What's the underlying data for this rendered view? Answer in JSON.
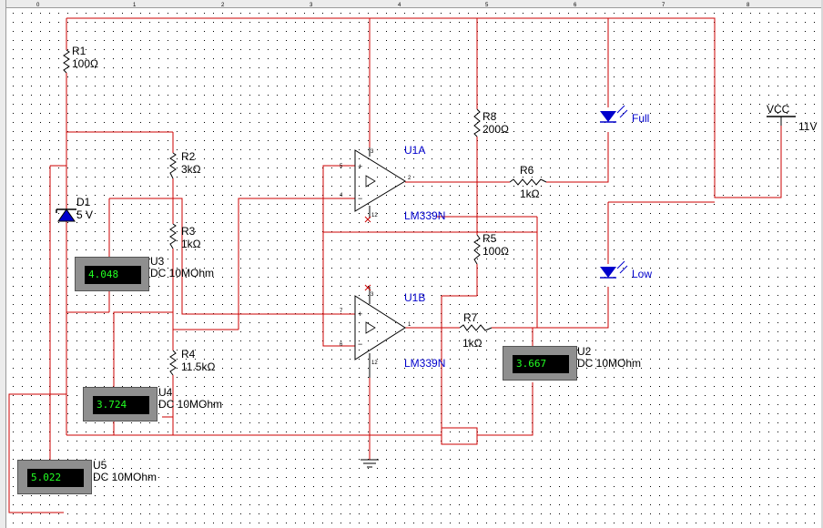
{
  "ruler": [
    "0",
    "1",
    "2",
    "3",
    "4",
    "5",
    "6",
    "7",
    "8"
  ],
  "components": {
    "r1": {
      "ref": "R1",
      "value": "100Ω"
    },
    "r2": {
      "ref": "R2",
      "value": "3kΩ"
    },
    "r3": {
      "ref": "R3",
      "value": "1kΩ"
    },
    "r4": {
      "ref": "R4",
      "value": "11.5kΩ"
    },
    "r5": {
      "ref": "R5",
      "value": "100Ω"
    },
    "r6": {
      "ref": "R6",
      "value": "1kΩ"
    },
    "r7": {
      "ref": "R7",
      "value": "1kΩ"
    },
    "r8": {
      "ref": "R8",
      "value": "200Ω"
    },
    "d1": {
      "ref": "D1",
      "value": "5 V"
    },
    "u1a": {
      "ref": "U1A",
      "part": "LM339N"
    },
    "u1b": {
      "ref": "U1B",
      "part": "LM339N"
    },
    "led_full": {
      "label": "Full"
    },
    "led_low": {
      "label": "Low"
    },
    "vcc": {
      "label": "VCC",
      "value": "11V"
    }
  },
  "pins": {
    "u1a": [
      "3",
      "5",
      "4",
      "2",
      "12"
    ],
    "u1b": [
      "3",
      "7",
      "6",
      "1",
      "12"
    ]
  },
  "meters": {
    "u3": {
      "ref": "U3",
      "mode": "DC  10MOhm",
      "reading": "4.048"
    },
    "u2": {
      "ref": "U2",
      "mode": "DC  10MOhm",
      "reading": "3.667"
    },
    "u4": {
      "ref": "U4",
      "mode": "DC  10MOhm",
      "reading": "3.724"
    },
    "u5": {
      "ref": "U5",
      "mode": "DC  10MOhm",
      "reading": "5.022"
    }
  },
  "colors": {
    "wire": "#cc0000",
    "component": "#000000",
    "opamp_label": "#0000cc",
    "led": "#0000cc",
    "meter_body": "#8f8f8f",
    "lcd_text": "#22ff22",
    "grid_dot": "#000000"
  }
}
